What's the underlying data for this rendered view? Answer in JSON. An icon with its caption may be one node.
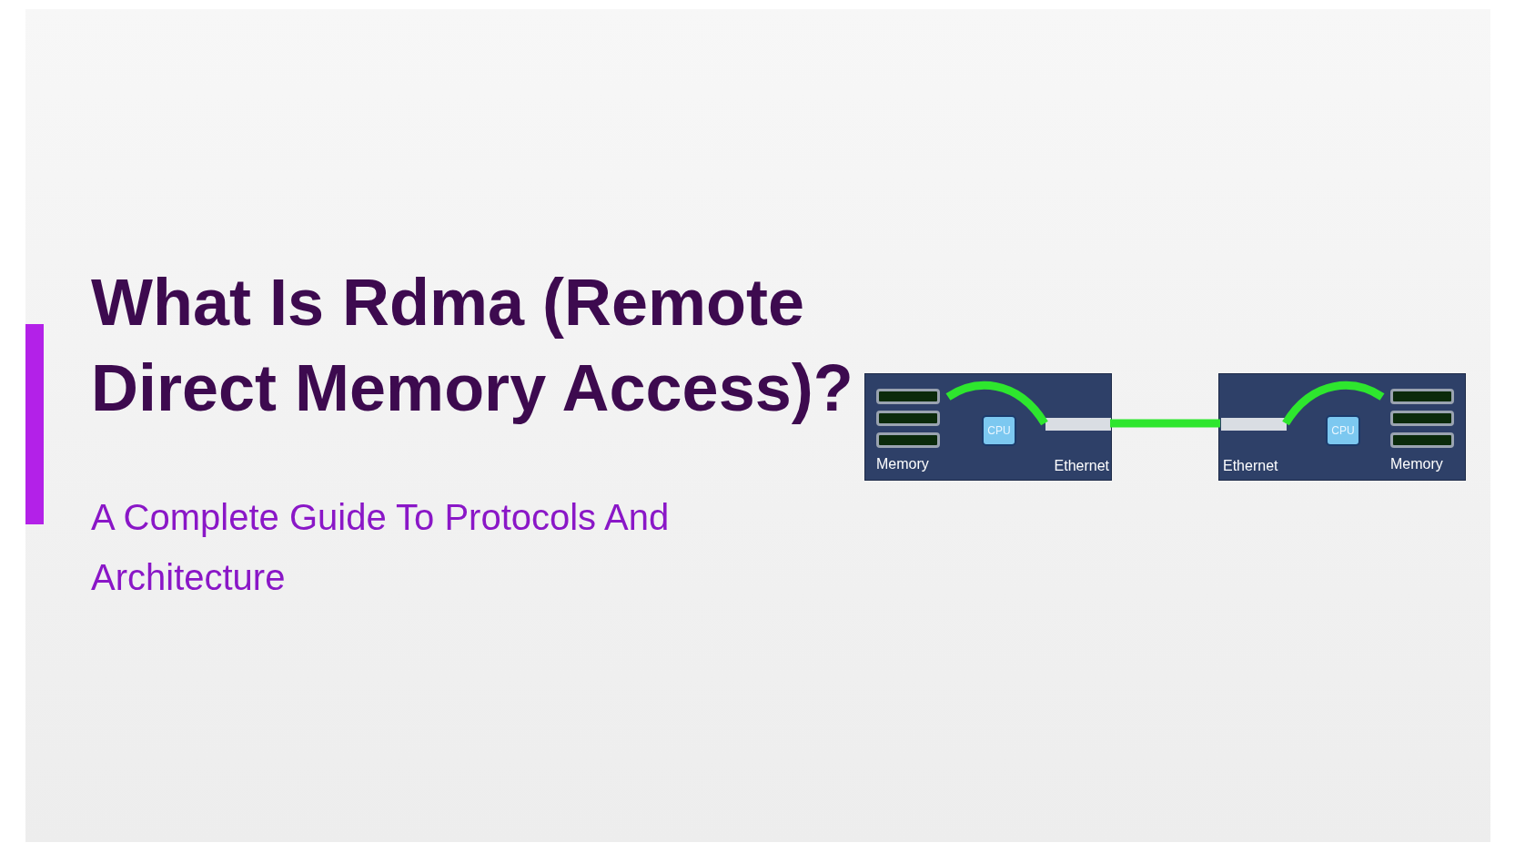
{
  "diagram": {
    "title": "What Is Rdma (Remote Direct Memory Access)?",
    "nodes": [
      {
        "text": [],
        "shape": "box"
      },
      {
        "text": [
          "Memory"
        ],
        "in": 0
      },
      {
        "text": [
          "CPU"
        ],
        "in": 0
      },
      {
        "text": [
          "Ethernet"
        ],
        "in": 0
      },
      {
        "text": [],
        "shape": "box"
      },
      {
        "text": [
          "Ethernet"
        ],
        "in": 4
      },
      {
        "text": [
          "CPU"
        ],
        "in": 4
      },
      {
        "text": [
          "Memory"
        ],
        "in": 4
      }
    ],
    "edges": [
      {
        "from": 1,
        "to": 3,
        "arrow": "none"
      },
      {
        "from": 3,
        "to": 5,
        "arrow": "none"
      },
      {
        "from": 5,
        "to": 7,
        "arrow": "none"
      }
    ],
    "labels": [
      "A Complete Guide To Protocols And Architecture"
    ]
  }
}
